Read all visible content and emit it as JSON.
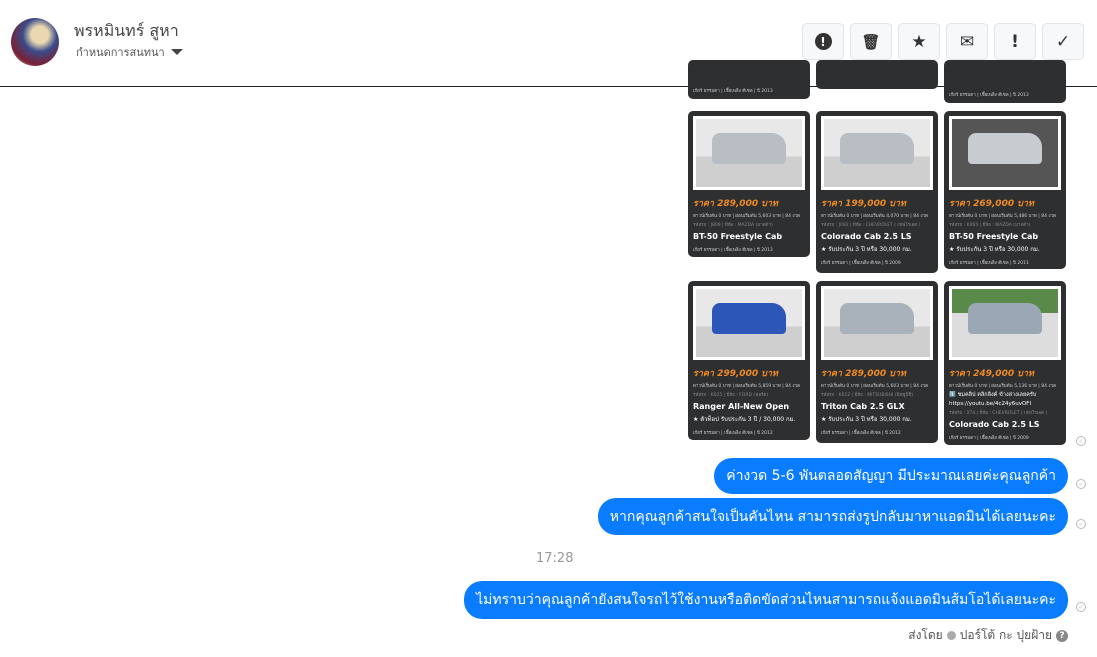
{
  "header": {
    "name": "พรหมินทร์ สูหา",
    "subtitle": "กำหนดการสนทนา"
  },
  "toolbar": {
    "icons": [
      "alert-circle-icon",
      "trash-icon",
      "star-icon",
      "envelope-icon",
      "exclamation-icon",
      "check-icon"
    ],
    "glyphs": [
      "❗",
      "🗑",
      "★",
      "✉",
      "!",
      "✓"
    ]
  },
  "cards": [
    {
      "price": "ราคา 289,000 บาท",
      "info": "ดาวน์เริ่มต้น 0 บาท | ผ่อนเริ่มต้น 5,603 บาท | 84 งวด",
      "meta": "รหัสรถ : J809 | ยี่ห้อ : MAZDA (มาสด้า)",
      "title": "BT-50 Freestyle Cab",
      "warranty": "",
      "footer": "เกียร์ ธรรมดา | เชื้อเพลิง ดีเซล | ปี 2013"
    },
    {
      "price": "ราคา 199,000 บาท",
      "info": "ดาวน์เริ่มต้น 0 บาท | ผ่อนเริ่มต้น 4,070 บาท | 84 งวด",
      "meta": "รหัสรถ : J092 | ยี่ห้อ : CHEVROLET ( เชฟโรเลต )",
      "title": "Colorado Cab 2.5 LS",
      "warranty": "★ รับประกัน 3 ปี หรือ 30,000 กม.",
      "footer": "เกียร์ ธรรมดา | เชื้อเพลิง ดีเซล | ปี 2009"
    },
    {
      "price": "ราคา 269,000 บาท",
      "info": "ดาวน์เริ่มต้น 0 บาท | ผ่อนเริ่มต้น 5,486 บาท | 84 งวด",
      "meta": "รหัสรถ : K065 | ยี่ห้อ : MAZDA (มาสด้า)",
      "title": "BT-50 Freestyle Cab",
      "warranty": "★ รับประกัน 3 ปี หรือ 30,000 กม.",
      "footer": "เกียร์ ธรรมดา | เชื้อเพลิง ดีเซล | ปี 2011"
    },
    {
      "price": "ราคา 299,000 บาท",
      "info": "ดาวน์เริ่มต้น 0 บาท | ผ่อนเริ่มต้น 5,859 บาท | 84 งวด",
      "meta": "รหัสรถ : K025 | ยี่ห้อ : FORD (ฟอร์ด)",
      "title": "Ranger All-New Open",
      "warranty": "★ ตัวท็อป รับประกัน 3 ปี / 30,000 กม.",
      "footer": "เกียร์ ธรรมดา | เชื้อเพลิง ดีเซล | ปี 2012"
    },
    {
      "price": "ราคา 289,000 บาท",
      "info": "ดาวน์เริ่มต้น 0 บาท | ผ่อนเริ่มต้น 5,603 บาท | 84 งวด",
      "meta": "รหัสรถ : K012 | ยี่ห้อ : MITSUBISHI (มิตซูบิชิ)",
      "title": "Triton Cab 2.5 GLX",
      "warranty": "★ รับประกัน 3 ปี หรือ 30,000 กม.",
      "footer": "เกียร์ ธรรมดา | เชื้อเพลิง ดีเซล | ปี 2012"
    },
    {
      "price": "ราคา 249,000 บาท",
      "info": "ดาวน์เริ่มต้น 0 บาท | ผ่อนเริ่มต้น 5,136 บาท | 84 งวด",
      "extra1": "1️⃣ ชมคลิป คลิกลิงค์ ข้างล่างเลยครับ",
      "extra2": "https://youtu.be/4c24y6uvOFI",
      "meta": "รหัสรถ : 274 | ยี่ห้อ : CHEVROLET ( เชฟโรเลต )",
      "title": "Colorado Cab 2.5 LS",
      "warranty": "",
      "footer": "เกียร์ ธรรมดา | เชื้อเพลิง ดีเซล | ปี 2009"
    }
  ],
  "partial_footer": "เกียร์ ธรรมดา | เชื้อเพลิง ดีเซล | ปี 2013",
  "messages": [
    {
      "text": "ค่างวด 5-6 พันตลอดสัญญา มีประมาณเลยค่ะคุณลูกค้า"
    },
    {
      "text": "หากคุณลูกค้าสนใจเป็นคันไหน สามารถส่งรูปกลับมาหาแอดมินได้เลยนะคะ"
    },
    {
      "text": "ไม่ทราบว่าคุณลูกค้ายังสนใจรถไว้ใช้งานหรือติดขัดส่วนไหนสามารถแจ้งแอดมินส้มโอได้เลยนะคะ"
    }
  ],
  "timestamp": "17:28",
  "sent_by": {
    "label": "ส่งโดย",
    "name": "ปอร์โต้ กะ ปุยฝ้าย",
    "help": "?"
  },
  "colors": {
    "bubble": "#0a7cff",
    "price": "#f08a24",
    "card": "#2e2f31"
  }
}
